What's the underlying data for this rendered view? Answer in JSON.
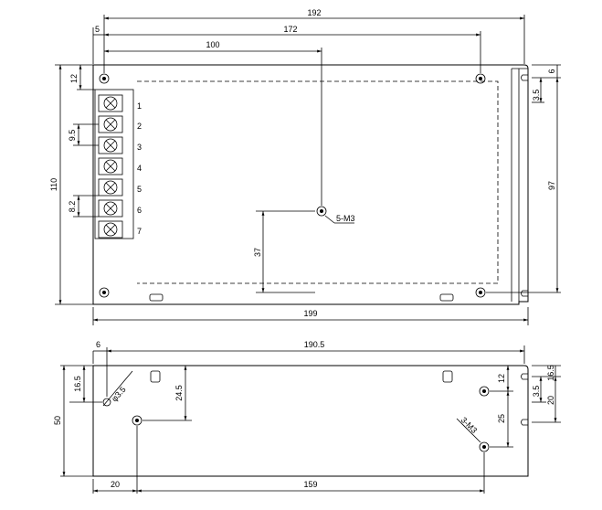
{
  "top_view": {
    "dimensions": {
      "overall_length": "192",
      "edge_to_hole": "5",
      "hole_spacing_x": "172",
      "center_hole_x": "100",
      "top_to_hole": "12",
      "height": "110",
      "terminal_pitch": "9.5",
      "terminal_height": "8.2",
      "center_hole_y": "37",
      "base_length": "199",
      "right_slot_offset": "6",
      "right_slot_depth": "3.5",
      "right_hole_spacing_y": "97"
    },
    "screw_label": "5-M3",
    "terminal_numbers": [
      "1",
      "2",
      "3",
      "4",
      "5",
      "6",
      "7"
    ]
  },
  "side_view": {
    "dimensions": {
      "edge_to_hole": "6",
      "overall_length": "190.5",
      "height": "50",
      "top_to_hole": "16.5",
      "hole_diameter": "φ3.5",
      "hole_drop": "24.5",
      "left_to_hole": "20",
      "hole_spacing_x": "159",
      "right_top_to_hole": "12",
      "right_slot_depth": "3.5",
      "right_hole_spacing_y": "25",
      "right_offset": "16.5",
      "right_height": "20"
    },
    "screw_label": "3-M3"
  }
}
